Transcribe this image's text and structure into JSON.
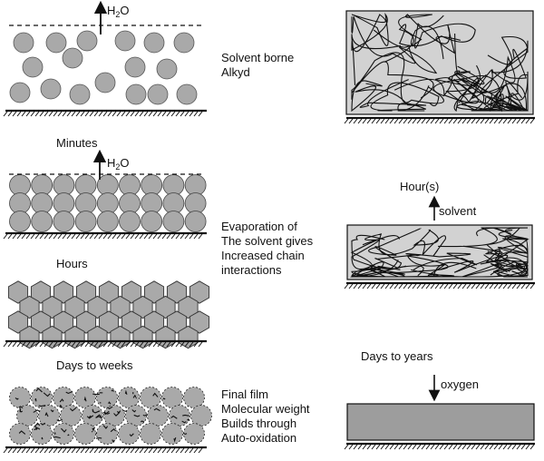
{
  "water": {
    "element": "H",
    "subscript": "2",
    "tail": "O"
  },
  "labels": {
    "solvent_borne": [
      "Solvent borne",
      "Alkyd"
    ],
    "minutes": "Minutes",
    "hours": "Hours",
    "days_to_weeks": "Days to weeks",
    "evaporation": [
      "Evaporation of",
      "The solvent gives",
      "Increased chain",
      "interactions"
    ],
    "final_film": [
      "Final film",
      "Molecular weight",
      "Builds through",
      "Auto-oxidation"
    ],
    "hours_s": "Hour(s)",
    "solvent": "solvent",
    "days_to_years": "Days to years",
    "oxygen": "oxygen"
  },
  "colors": {
    "particle_fill": "#a9a9a9",
    "film_fill": "#9d9d9d",
    "polymer_box_fill": "#d2d2d2",
    "line": "#111111"
  },
  "icons": {
    "substrate": "hatched-ground",
    "arrow": "arrow-up",
    "arrow_down": "arrow-down"
  }
}
